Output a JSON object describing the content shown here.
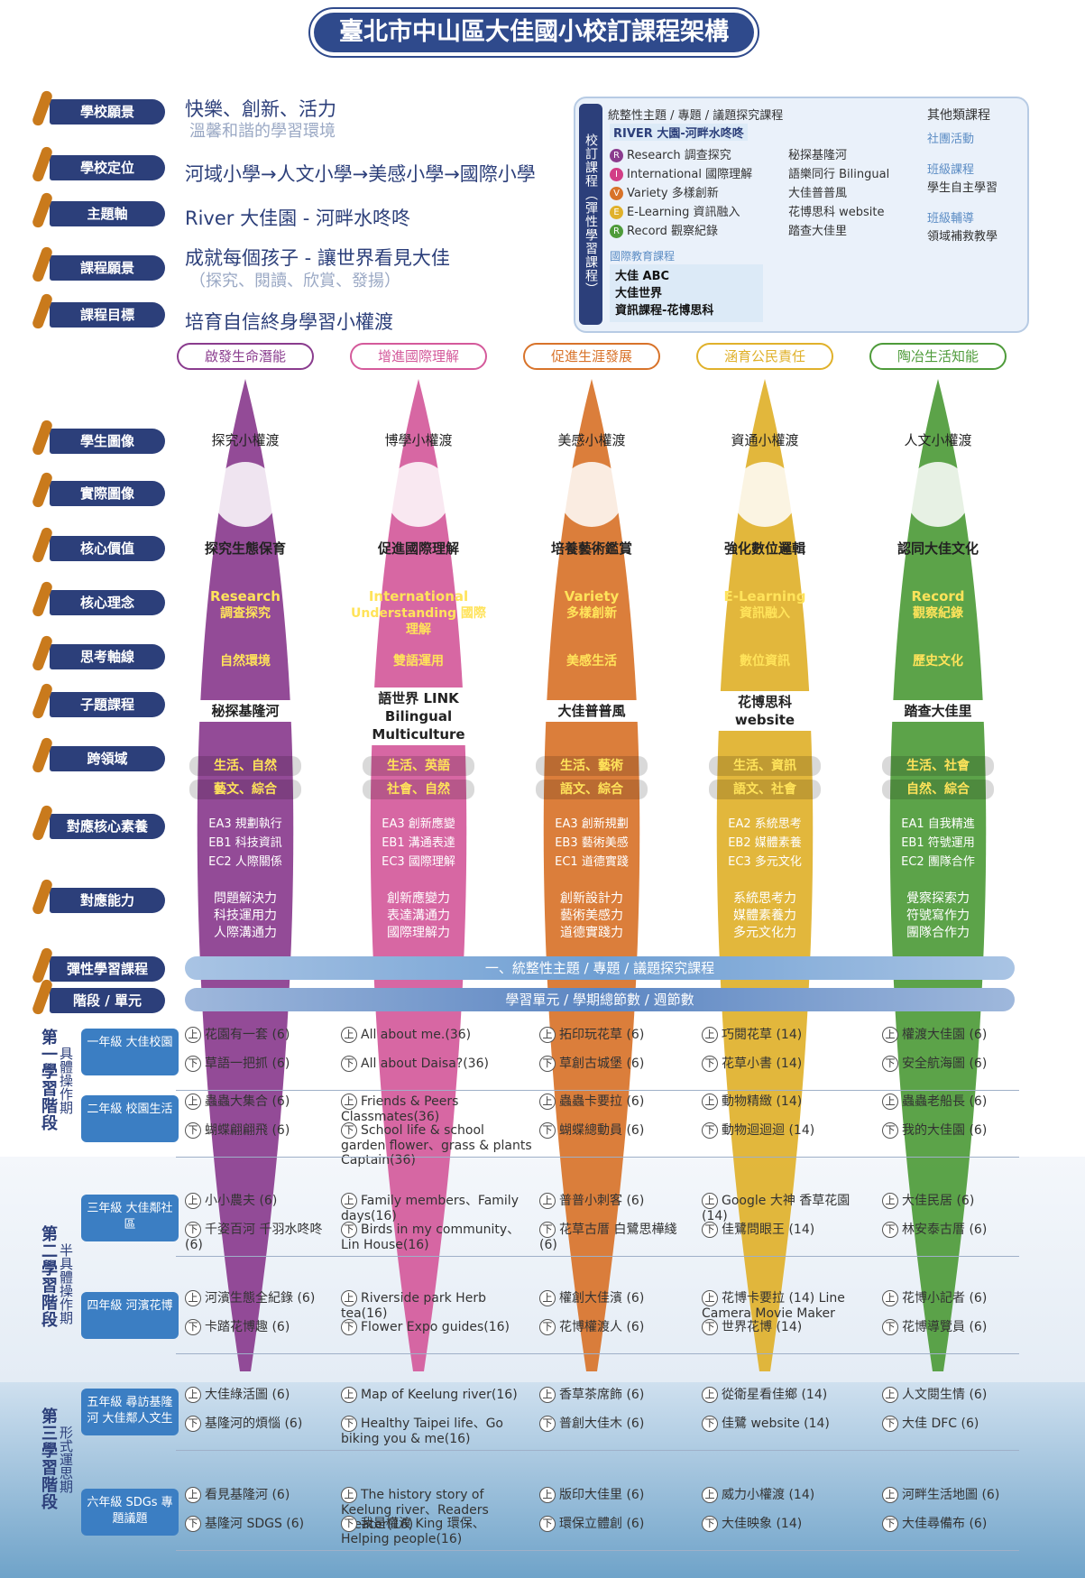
{
  "title": "臺北市中山區大佳國小校訂課程架構",
  "left_labels": [
    "學校願景",
    "學校定位",
    "主題軸",
    "課程願景",
    "課程目標",
    "學生圖像",
    "實際圖像",
    "核心價值",
    "核心理念",
    "思考軸線",
    "子題課程",
    "跨領域",
    "對應核心素養",
    "對應能力",
    "彈性學習課程",
    "階段 / 單元"
  ],
  "header": {
    "vision": "快樂、創新、活力",
    "vision_sub": "溫馨和諧的學習環境",
    "position": "河域小學→人文小學→美感小學→國際小學",
    "theme": "River 大佳園 - 河畔水咚咚",
    "cvision": "成就每個孩子 - 讓世界看見大佳",
    "cvision_sub": "（探究、閱讀、欣賞、發揚）",
    "goal": "培育自信終身學習小權渡"
  },
  "box": {
    "vtitle": "校訂課程（彈性學習課程）",
    "h1": "統整性主題 / 專題 / 議題探究課程",
    "river": "RIVER 大園-河畔水咚咚",
    "letters": [
      [
        "R",
        "Research 調查探究",
        "#8a3c8e"
      ],
      [
        "I",
        "International 國際理解",
        "#d23e86"
      ],
      [
        "V",
        "Variety 多樣創新",
        "#d8732a"
      ],
      [
        "E",
        "E-Learning 資訊融入",
        "#e0b12b"
      ],
      [
        "R",
        "Record 觀察紀錄",
        "#4e9b3a"
      ]
    ],
    "right": [
      "秘探基隆河",
      "語樂同行 Bilingual",
      "大佳普普風",
      "花博思科 website",
      "踏查大佳里"
    ],
    "intl": "國際教育課程",
    "intl_items": [
      "大佳 ABC",
      "大佳世界",
      "資訊課程-花博思科"
    ],
    "other_title": "其他類課程",
    "other": [
      "社團活動",
      "班級課程",
      "學生自主學習",
      "班級輔導",
      "領域補救教學"
    ]
  },
  "columns": [
    {
      "header": "啟發生命潛能",
      "color": "#8a3c8e",
      "student": "探究小權渡",
      "core": "探究生態保育",
      "idea1": "Research",
      "idea2": "調查探究",
      "axis": "自然環境",
      "sub": "秘探基隆河",
      "d1": "生活、自然",
      "d2": "藝文、綜合",
      "cs": [
        "EA3 規劃執行",
        "EB1 科技資訊",
        "EC2 人際關係"
      ],
      "ab": [
        "問題解決力",
        "科技運用力",
        "人際溝通力"
      ]
    },
    {
      "header": "增進國際理解",
      "color": "#d45a9b",
      "student": "博學小權渡",
      "core": "促進國際理解",
      "idea1": "International",
      "idea2": "Understanding 國際理解",
      "axis": "雙語運用",
      "sub": "語世界 LINK Bilingual Multiculture",
      "d1": "生活、英語",
      "d2": "社會、自然",
      "cs": [
        "EA3 創新應變",
        "EB1 溝通表達",
        "EC3 國際理解"
      ],
      "ab": [
        "創新應變力",
        "表達溝通力",
        "國際理解力"
      ]
    },
    {
      "header": "促進生涯發展",
      "color": "#d8732a",
      "student": "美感小權渡",
      "core": "培養藝術鑑賞",
      "idea1": "Variety",
      "idea2": "多樣創新",
      "axis": "美感生活",
      "sub": "大佳普普風",
      "d1": "生活、藝術",
      "d2": "語文、綜合",
      "cs": [
        "EA3 創新規劃",
        "EB3 藝術美感",
        "EC1 道德實踐"
      ],
      "ab": [
        "創新設計力",
        "藝術美感力",
        "道德實踐力"
      ]
    },
    {
      "header": "涵育公民責任",
      "color": "#e0b12b",
      "student": "資通小權渡",
      "core": "強化數位邏輯",
      "idea1": "E-Learning",
      "idea2": "資訊融入",
      "axis": "數位資訊",
      "sub": "花博思科 website",
      "d1": "生活、資訊",
      "d2": "語文、社會",
      "cs": [
        "EA2 系統思考",
        "EB2 媒體素養",
        "EC3 多元文化"
      ],
      "ab": [
        "系統思考力",
        "媒體素養力",
        "多元文化力"
      ]
    },
    {
      "header": "陶冶生活知能",
      "color": "#4e9b3a",
      "student": "人文小權渡",
      "core": "認同大佳文化",
      "idea1": "Record",
      "idea2": "觀察紀錄",
      "axis": "歷史文化",
      "sub": "踏查大佳里",
      "d1": "生活、社會",
      "d2": "自然、綜合",
      "cs": [
        "EA1 自我精進",
        "EB1 符號運用",
        "EC2 團隊合作"
      ],
      "ab": [
        "覺察探索力",
        "符號寫作力",
        "團隊合作力"
      ]
    }
  ],
  "bands": {
    "flex": "一、統整性主題 / 專題 / 議題探究課程",
    "unit": "學習單元 / 學期總節數 / 週節數"
  },
  "stages": [
    {
      "name": "第一學習階段",
      "sub": "具體操作期"
    },
    {
      "name": "第二學習階段",
      "sub": "半具體操作期"
    },
    {
      "name": "第三學習階段",
      "sub": "形式運思期"
    }
  ],
  "grades": [
    {
      "label": "一年級 大佳校園",
      "rows": [
        [
          "上",
          "花園有一套 (6)",
          "All about me.(36)",
          "拓印玩花草 (6)",
          "巧閱花草 (14)",
          "權渡大佳園 (6)"
        ],
        [
          "下",
          "草語一把抓 (6)",
          "All about Daisa?(36)",
          "草創古城堡 (6)",
          "花草小書 (14)",
          "安全航海圖 (6)"
        ]
      ]
    },
    {
      "label": "二年級 校園生活",
      "rows": [
        [
          "上",
          "蟲蟲大集合 (6)",
          "Friends & Peers Classmates(36)",
          "蟲蟲卡要拉 (6)",
          "動物精緻 (14)",
          "蟲蟲老船長 (6)"
        ],
        [
          "下",
          "蝴蝶翩翩飛 (6)",
          "School life & school garden flower、grass & plants Captain(36)",
          "蝴蝶總動員 (6)",
          "動物迴迴迴 (14)",
          "我的大佳園 (6)"
        ]
      ]
    },
    {
      "label": "三年級 大佳鄰社區",
      "rows": [
        [
          "上",
          "小小農夫 (6)",
          "Family members、Family days(16)",
          "普普小刺客 (6)",
          "Google 大神 香草花園 (14)",
          "大佳民居 (6)"
        ],
        [
          "下",
          "千姿百河 千羽水咚咚 (6)",
          "Birds in my community、Lin House(16)",
          "花草古厝 白鷺思樺綫 (6)",
          "佳鷺問眼王 (14)",
          "林安泰古厝 (6)"
        ]
      ]
    },
    {
      "label": "四年級 河濱花博",
      "rows": [
        [
          "上",
          "河濱生態全紀錄 (6)",
          "Riverside park Herb tea(16)",
          "權創大佳濱 (6)",
          "花博卡要拉 (14) Line Camera Movie Maker",
          "花博小記者 (6)"
        ],
        [
          "下",
          "卡踏花博趣 (6)",
          "Flower Expo guides(16)",
          "花博權渡人 (6)",
          "世界花博 (14)",
          "花博導覽員 (6)"
        ]
      ]
    },
    {
      "label": "五年級 尋訪基隆河 大佳鄰人文生",
      "rows": [
        [
          "上",
          "大佳綠活圖 (6)",
          "Map of Keelung river(16)",
          "香草茶席飾 (6)",
          "從衛星看佳鄉 (14)",
          "人文閱生情 (6)"
        ],
        [
          "下",
          "基隆河的煩惱 (6)",
          "Healthy Taipei life、Go biking you & me(16)",
          "普創大佳木 (6)",
          "佳鷺 website (14)",
          "大佳 DFC (6)"
        ]
      ]
    },
    {
      "label": "六年級 SDGs 專題議題",
      "rows": [
        [
          "上",
          "看見基隆河 (6)",
          "The history story of Keelung river、Readers theater(16)",
          "版印大佳里 (6)",
          "威力小權渡 (14)",
          "河畔生活地圖 (6)"
        ],
        [
          "下",
          "基隆河 SDGS (6)",
          "我是權渡 King 環保、Helping people(16)",
          "環保立體創 (6)",
          "大佳映象 (14)",
          "大佳尋備布 (6)"
        ]
      ]
    }
  ]
}
